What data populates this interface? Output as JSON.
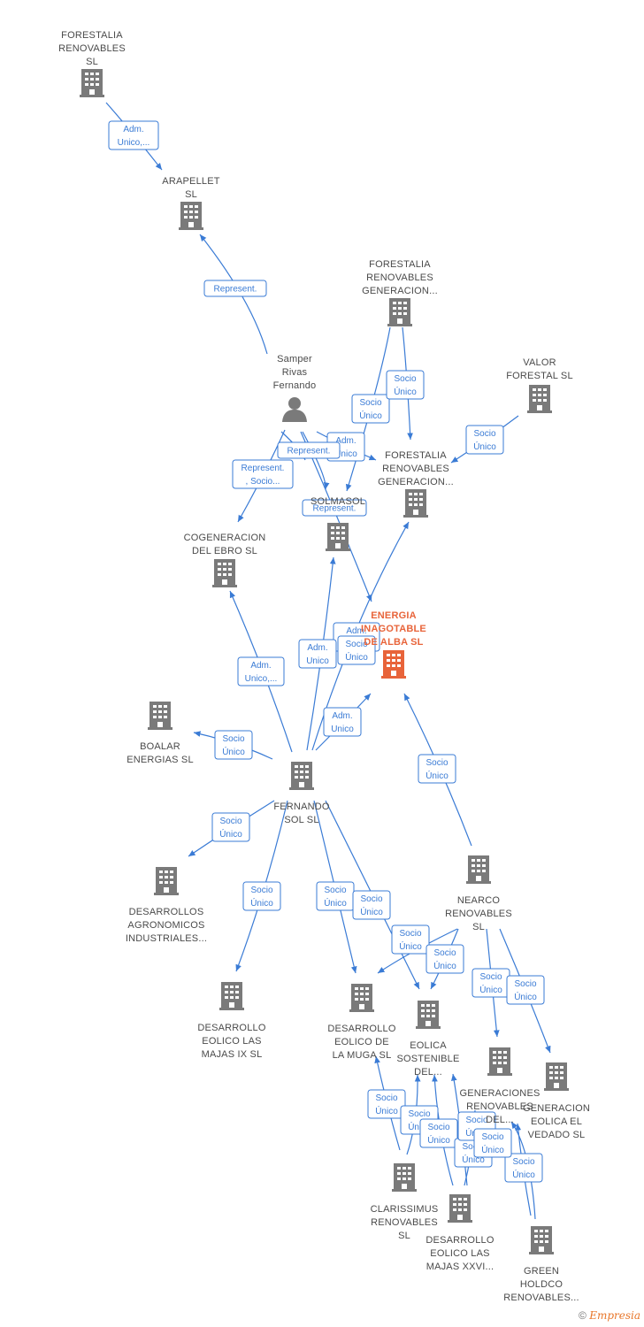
{
  "colors": {
    "node": "#7a7a7a",
    "target": "#e8643a",
    "edge": "#3a7bd5"
  },
  "nodes": [
    {
      "id": "forestalia_sl",
      "lines": [
        "FORESTALIA",
        "RENOVABLES",
        "SL"
      ],
      "icon": "building-icon"
    },
    {
      "id": "arapellet",
      "lines": [
        "ARAPELLET",
        "SL"
      ],
      "icon": "building-icon"
    },
    {
      "id": "forestalia_gen1",
      "lines": [
        "FORESTALIA",
        "RENOVABLES",
        "GENERACION..."
      ],
      "icon": "building-icon"
    },
    {
      "id": "valor",
      "lines": [
        "VALOR",
        "FORESTAL SL"
      ],
      "icon": "building-icon"
    },
    {
      "id": "samper",
      "lines": [
        "Samper",
        "Rivas",
        "Fernando"
      ],
      "icon": "person-icon"
    },
    {
      "id": "forestalia_gen2",
      "lines": [
        "FORESTALIA",
        "RENOVABLES",
        "GENERACION..."
      ],
      "icon": "building-icon"
    },
    {
      "id": "solmasol",
      "lines": [
        "SOLMASOL"
      ],
      "icon": "building-icon"
    },
    {
      "id": "cogeneracion",
      "lines": [
        "COGENERACION",
        "DEL EBRO  SL"
      ],
      "icon": "building-icon"
    },
    {
      "id": "energia",
      "lines": [
        "ENERGIA",
        "INAGOTABLE",
        "DE ALBA  SL"
      ],
      "icon": "building-icon",
      "target": true
    },
    {
      "id": "boalar",
      "lines": [
        "BOALAR",
        "ENERGIAS  SL"
      ],
      "icon": "building-icon"
    },
    {
      "id": "fernando_sol",
      "lines": [
        "FERNANDO",
        "SOL SL"
      ],
      "icon": "building-icon"
    },
    {
      "id": "nearco",
      "lines": [
        "NEARCO",
        "RENOVABLES",
        "SL"
      ],
      "icon": "building-icon"
    },
    {
      "id": "desarrollos_agro",
      "lines": [
        "DESARROLLOS",
        "AGRONOMICOS",
        "INDUSTRIALES..."
      ],
      "icon": "building-icon"
    },
    {
      "id": "majas_ix",
      "lines": [
        "DESARROLLO",
        "EOLICO LAS",
        "MAJAS IX  SL"
      ],
      "icon": "building-icon"
    },
    {
      "id": "muga",
      "lines": [
        "DESARROLLO",
        "EOLICO DE",
        "LA MUGA SL"
      ],
      "icon": "building-icon"
    },
    {
      "id": "eolica_sost",
      "lines": [
        "EOLICA",
        "SOSTENIBLE",
        "DEL..."
      ],
      "icon": "building-icon"
    },
    {
      "id": "generaciones",
      "lines": [
        "GENERACIONES",
        "RENOVABLES",
        "DEL..."
      ],
      "icon": "building-icon"
    },
    {
      "id": "vedado",
      "lines": [
        "GENERACION",
        "EOLICA EL",
        "VEDADO SL"
      ],
      "icon": "building-icon"
    },
    {
      "id": "clarissimus",
      "lines": [
        "CLARISSIMUS",
        "RENOVABLES",
        "SL"
      ],
      "icon": "building-icon"
    },
    {
      "id": "majas_xxvi",
      "lines": [
        "DESARROLLO",
        "EOLICO LAS",
        "MAJAS XXVI..."
      ],
      "icon": "building-icon"
    },
    {
      "id": "green",
      "lines": [
        "GREEN",
        "HOLDCO",
        "RENOVABLES..."
      ],
      "icon": "building-icon"
    }
  ],
  "edges": [
    {
      "id": "e1",
      "lines": [
        "Adm.",
        "Unico,..."
      ]
    },
    {
      "id": "e2",
      "lines": [
        "Represent."
      ]
    },
    {
      "id": "e3",
      "lines": [
        "Socio",
        "Único"
      ]
    },
    {
      "id": "e4",
      "lines": [
        "Socio",
        "Único"
      ]
    },
    {
      "id": "e5",
      "lines": [
        "Socio",
        "Único"
      ]
    },
    {
      "id": "e6",
      "lines": [
        "Adm.",
        "Unico"
      ]
    },
    {
      "id": "e7",
      "lines": [
        "Represent."
      ]
    },
    {
      "id": "e8",
      "lines": [
        "Represent.",
        ", Socio..."
      ]
    },
    {
      "id": "e9",
      "lines": [
        "Represent."
      ]
    },
    {
      "id": "e10",
      "lines": [
        "Adm.",
        "Unico,..."
      ]
    },
    {
      "id": "e11",
      "lines": [
        "Adm.",
        "Unico"
      ]
    },
    {
      "id": "e12",
      "lines": [
        "Adm.",
        "Unico,..."
      ]
    },
    {
      "id": "e13",
      "lines": [
        "Adm.",
        "Unico"
      ]
    },
    {
      "id": "e14",
      "lines": [
        "Socio",
        "Único"
      ]
    },
    {
      "id": "e15",
      "lines": [
        "Socio",
        "Único"
      ]
    },
    {
      "id": "e16",
      "lines": [
        "Socio",
        "Único"
      ]
    },
    {
      "id": "e17",
      "lines": [
        "Socio",
        "Único"
      ]
    },
    {
      "id": "e18",
      "lines": [
        "Socio",
        "Único"
      ]
    },
    {
      "id": "e19",
      "lines": [
        "Socio",
        "Único"
      ]
    },
    {
      "id": "e20",
      "lines": [
        "Socio",
        "Único"
      ]
    },
    {
      "id": "e21",
      "lines": [
        "Socio",
        "Único"
      ]
    },
    {
      "id": "e22",
      "lines": [
        "Socio",
        "Único"
      ]
    },
    {
      "id": "e23",
      "lines": [
        "Socio",
        "Único"
      ]
    },
    {
      "id": "e24",
      "lines": [
        "Socio",
        "Único"
      ]
    },
    {
      "id": "e25",
      "lines": [
        "Socio",
        "Único"
      ]
    },
    {
      "id": "e26",
      "lines": [
        "Socio",
        "Único"
      ]
    },
    {
      "id": "e27",
      "lines": [
        "Socio",
        "Único"
      ]
    },
    {
      "id": "e28",
      "lines": [
        "Socio",
        "Único"
      ]
    },
    {
      "id": "e29",
      "lines": [
        "Socio",
        "Único"
      ]
    },
    {
      "id": "e30",
      "lines": [
        "Socio",
        "Único"
      ]
    },
    {
      "id": "e31",
      "lines": [
        "Socio",
        "Único"
      ]
    }
  ],
  "footer": {
    "copyright": "©",
    "brand": "Empresia"
  }
}
